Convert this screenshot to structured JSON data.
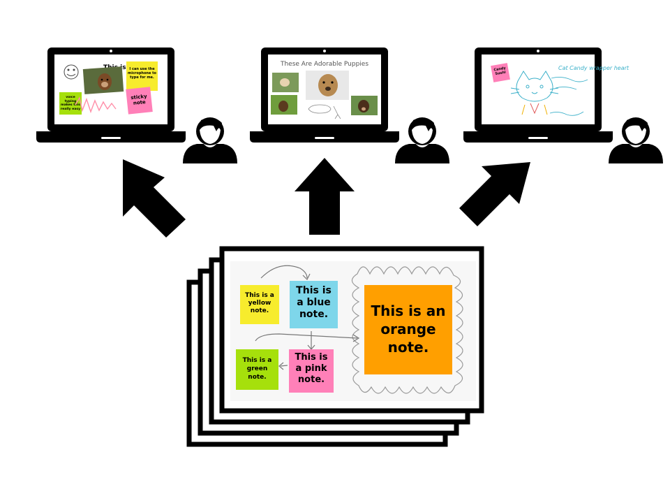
{
  "colors": {
    "ink": "#000000",
    "yellow": "#f7ec2d",
    "blue": "#7ed6ea",
    "orange": "#ff9f00",
    "pink": "#ff80b8",
    "green": "#a6e00c",
    "scribble_blue": "#3bb0c9",
    "scribble_gray": "#9a9a9a"
  },
  "board": {
    "notes": {
      "yellow": "This is a yellow note.",
      "blue": "This is a blue note.",
      "orange": "This is an orange note.",
      "pink": "This is a pink note.",
      "green": "This is a green note."
    }
  },
  "screens": {
    "left": {
      "title": "This is",
      "note_yellow": "I can use the microphone to type for me.",
      "note_green": "voice typing makes this really easy",
      "note_pink": "sticky note"
    },
    "middle": {
      "title": "These Are Adorable Puppies"
    },
    "right": {
      "note_pink": "Candy Sushi",
      "handwriting": "Cat Candy wrapper heart"
    }
  },
  "icons": [
    "laptop-icon",
    "person-icon",
    "arrow-up-icon",
    "whiteboard-stack-icon"
  ]
}
